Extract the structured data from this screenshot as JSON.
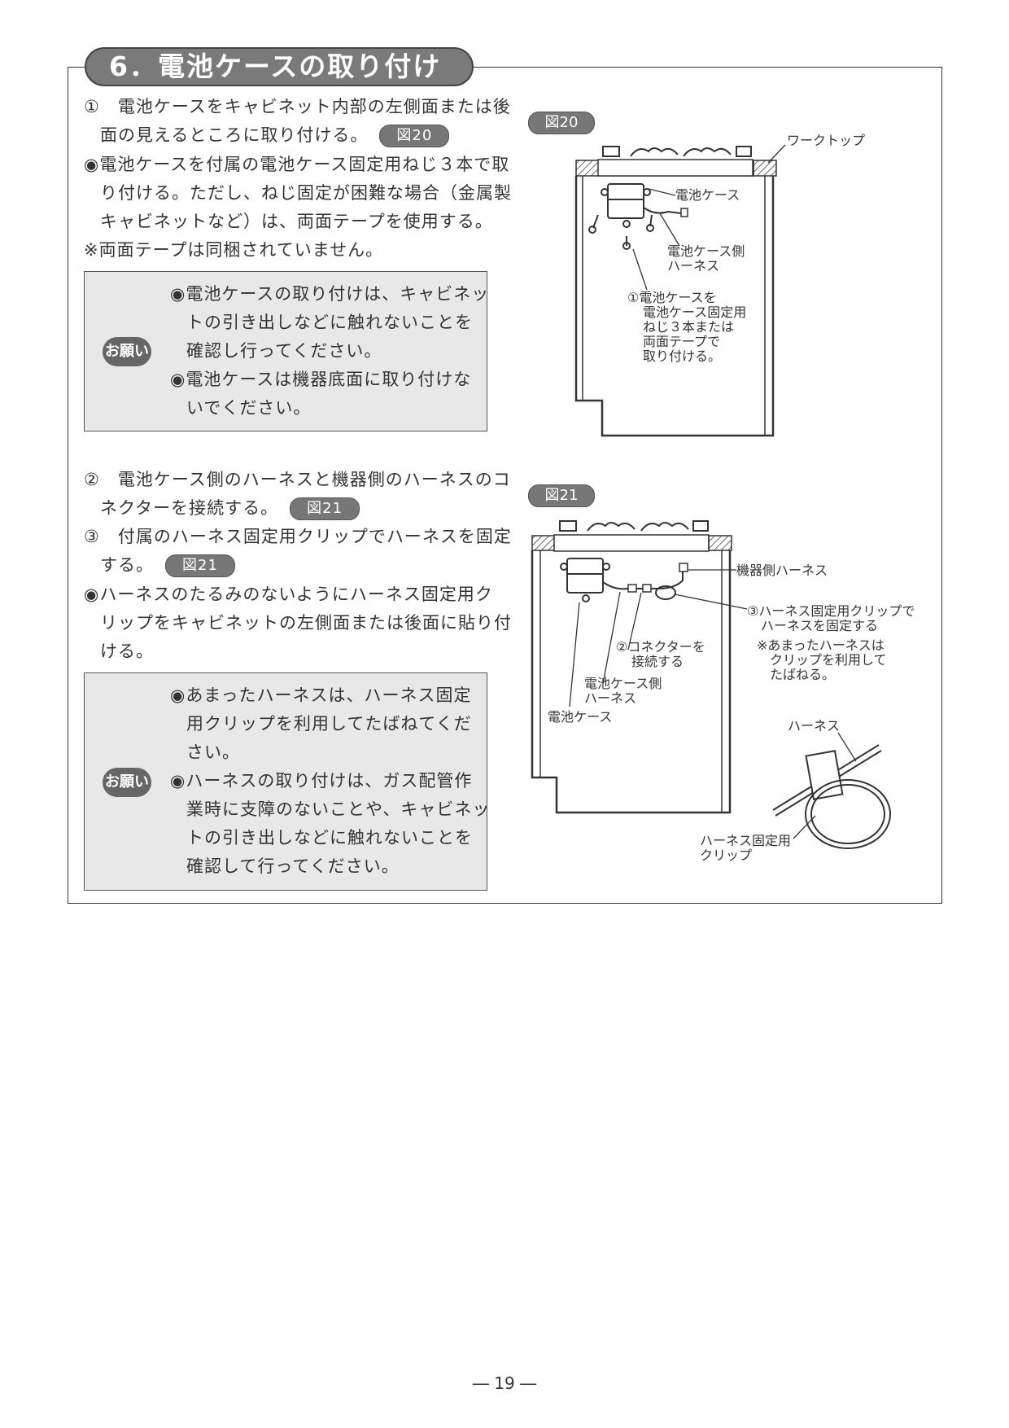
{
  "section": {
    "title": "6．電池ケースの取り付け"
  },
  "step1": {
    "line1": "①　電池ケースをキャビネット内部の左側面または後",
    "line2": "面の見えるところに取り付ける。",
    "ref": "図20",
    "bullet_l1": "◉電池ケースを付属の電池ケース固定用ねじ３本で取",
    "bullet_l2": "り付ける。ただし、ねじ固定が困難な場合（金属製",
    "bullet_l3": "キャビネットなど）は、両面テープを使用する。",
    "note": "※両面テープは同梱されていません。"
  },
  "note1": {
    "label": "お願い",
    "lines": [
      "◉電池ケースの取り付けは、キャビネッ",
      "トの引き出しなどに触れないことを",
      "確認し行ってください。",
      "◉電池ケースは機器底面に取り付けな",
      "いでください。"
    ]
  },
  "step2": {
    "line1": "②　電池ケース側のハーネスと機器側のハーネスのコ",
    "line2": "ネクターを接続する。",
    "ref": "図21"
  },
  "step3": {
    "line1": "③　付属のハーネス固定用クリップでハーネスを固定",
    "line2": "する。",
    "ref": "図21",
    "bullet_l1": "◉ハーネスのたるみのないようにハーネス固定用ク",
    "bullet_l2": "リップをキャビネットの左側面または後面に貼り付",
    "bullet_l3": "ける。"
  },
  "note2": {
    "label": "お願い",
    "lines": [
      "◉あまったハーネスは、ハーネス固定",
      "用クリップを利用してたばねてくだ",
      "さい。",
      "◉ハーネスの取り付けは、ガス配管作",
      "業時に支障のないことや、キャビネッ",
      "トの引き出しなどに触れないことを",
      "確認して行ってください。"
    ]
  },
  "fig20": {
    "label": "図20",
    "worktop": "ワークトップ",
    "battery_case": "電池ケース",
    "harness_l1": "電池ケース側",
    "harness_l2": "ハーネス",
    "step_l1": "①電池ケースを",
    "step_l2": "電池ケース固定用",
    "step_l3": "ねじ３本または",
    "step_l4": "両面テープで",
    "step_l5": "取り付ける。"
  },
  "fig21": {
    "label": "図21",
    "device_harness": "機器側ハーネス",
    "clip_l1": "③ハーネス固定用クリップで",
    "clip_l2": "ハーネスを固定する",
    "clip_l3": "※あまったハーネスは",
    "clip_l4": "クリップを利用して",
    "clip_l5": "たばねる。",
    "connector_l1": "②コネクターを",
    "connector_l2": "接続する",
    "case_harness_l1": "電池ケース側",
    "case_harness_l2": "ハーネス",
    "battery_case": "電池ケース",
    "harness": "ハーネス",
    "clip_name_l1": "ハーネス固定用",
    "clip_name_l2": "クリップ"
  },
  "footer": {
    "page": "― 19 ―"
  }
}
